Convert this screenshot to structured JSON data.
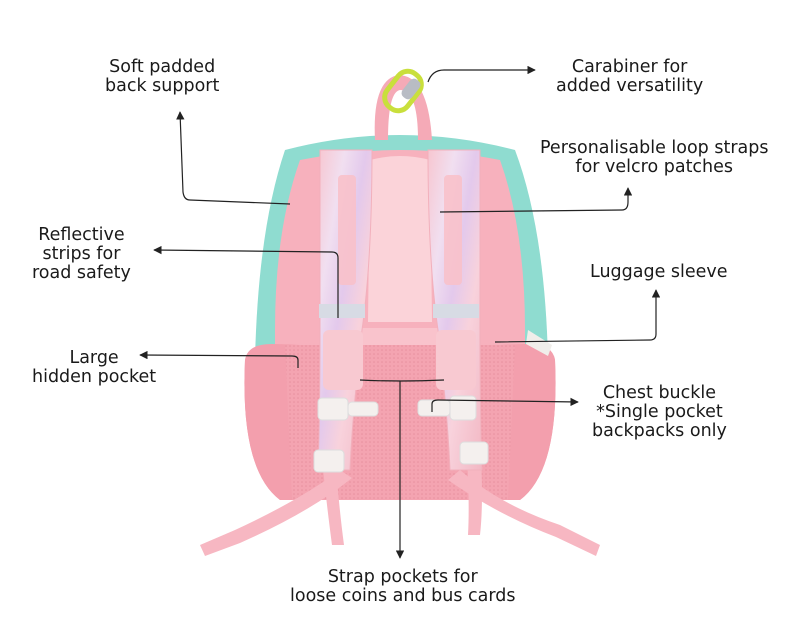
{
  "annotations": {
    "soft_padded": [
      "Soft padded",
      "back support"
    ],
    "carabiner": [
      "Carabiner for",
      "added versatility"
    ],
    "loop_straps": [
      "Personalisable loop straps",
      "for velcro patches"
    ],
    "reflective": [
      "Reflective",
      "strips for",
      "road safety"
    ],
    "luggage_sleeve": [
      "Luggage sleeve"
    ],
    "hidden_pocket": [
      "Large",
      "hidden pocket"
    ],
    "chest_buckle": [
      "Chest buckle",
      "*Single pocket",
      "backpacks only"
    ],
    "strap_pockets": [
      "Strap pockets for",
      "loose coins and bus cards"
    ]
  },
  "colors": {
    "teal": "#8fdcd0",
    "pink_body": "#f6a9b6",
    "pink_light": "#f9c3cc",
    "pink_strap": "#f7b7c2",
    "mesh": "#f3a2af",
    "carabiner": "#c9df3c",
    "reflective": "#d7dbe4",
    "buckle": "#f4f0ee",
    "arrow": "#222222"
  }
}
